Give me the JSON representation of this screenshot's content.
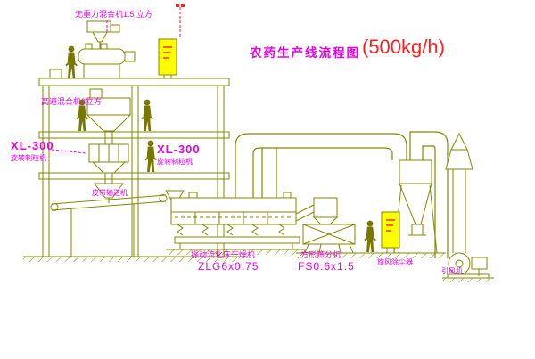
{
  "title": {
    "main": "农药生产线流程图",
    "capacity": "(500kg/h)"
  },
  "labels": {
    "gravity_mixer": "无重力混合机1.5 立方",
    "high_speed_mixer": "高速混合机3立方",
    "granulator_left_model": "XL-300",
    "granulator_left_name": "旋转制粒机",
    "granulator_center_model": "XL-300",
    "granulator_center_name": "旋转制粒机",
    "belt_conveyor": "皮带输送机",
    "fluid_bed_dryer": "振动流化床干燥机",
    "fluid_bed_dryer_model": "ZLG6x0.75",
    "square_sieve": "方形筛分机",
    "square_sieve_model": "FS0.6x1.5",
    "cyclone": "旋风除尘器",
    "fan": "引风机"
  },
  "colors": {
    "linework": "#878700",
    "label_magenta": "#e800e8",
    "accent_red": "#ff2020",
    "cabinet_yellow": "#ffff00",
    "background": "#ffffff"
  }
}
